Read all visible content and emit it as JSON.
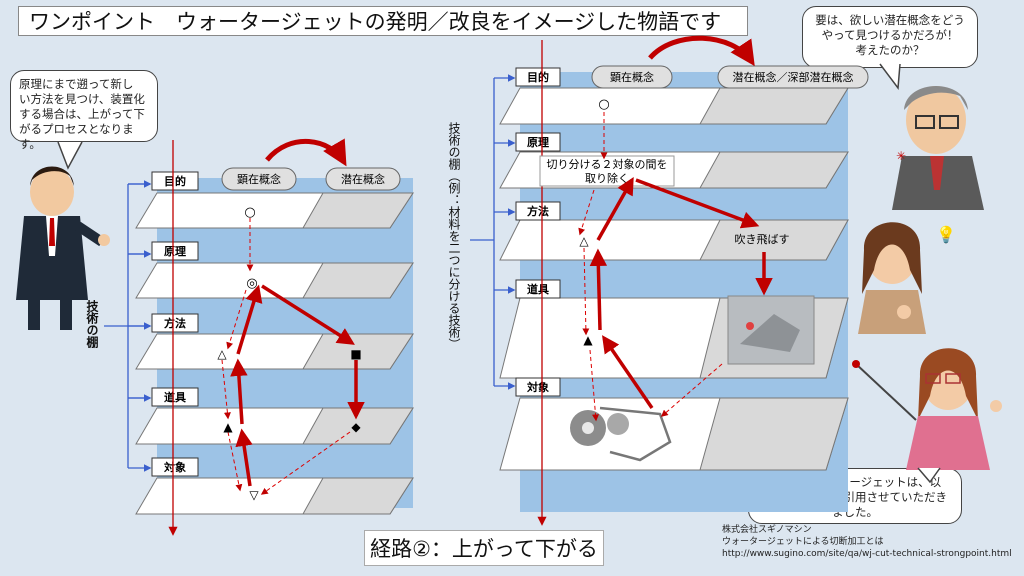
{
  "title": "ワンポイント　ウォータージェットの発明／改良をイメージした物語です",
  "left_bubble": [
    "原理にまで遡って新し",
    "い方法を見つけ、装置化",
    "する場合は、上がって下",
    "がるプロセスとなります。"
  ],
  "top_right_bubble": [
    "要は、欲しい潜在概念をどう",
    "やって見つけるかだろが！",
    "考えたのか？"
  ],
  "bottom_right_bubble": [
    "写真のウォータージェットは、以",
    "下のサイトから引用させていただき",
    "ました。"
  ],
  "route_label": "経路②：上がって下がる",
  "credit": [
    "株式会社スギノマシン",
    "ウォータージェットによる切断加工とは",
    "http://www.sugino.com/site/qa/wj-cut-technical-strongpoint.html"
  ],
  "left_diagram": {
    "side_label": "技術の棚",
    "header_manifest": "顕在概念",
    "header_latent": "潜在概念",
    "levels": [
      "目的",
      "原理",
      "方法",
      "道具",
      "対象"
    ],
    "symbols": [
      "○",
      "◎",
      "△",
      "■",
      "▲",
      "◆",
      "▽"
    ]
  },
  "right_diagram": {
    "side_label": "技術の棚（例：材料を二つに分ける技術）",
    "header_manifest": "顕在概念",
    "header_latent": "潜在概念／深部潜在概念",
    "levels": [
      "目的",
      "原理",
      "方法",
      "道具",
      "対象"
    ],
    "principle_text_1": "切り分ける２対象の間を",
    "principle_text_2": "取り除く",
    "method_text": "吹き飛ばす",
    "symbols": [
      "○",
      "△",
      "▲"
    ]
  },
  "colors": {
    "arrow_red": "#c00000",
    "shelf_blue": "#9dc3e6",
    "latent_gray": "#d9d9d9"
  }
}
